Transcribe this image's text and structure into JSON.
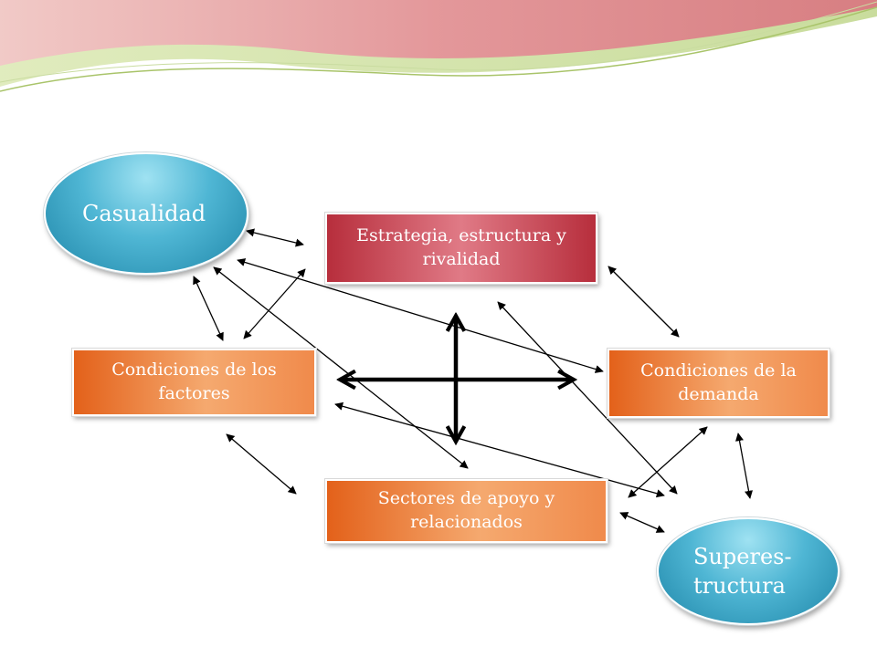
{
  "nodes": {
    "casualidad": "Casualidad",
    "estrategia": "Estrategia, estructura y rivalidad",
    "factores": "Condiciones de los factores",
    "demanda": "Condiciones de la demanda",
    "sectores": "Sectores de apoyo y relacionados",
    "superestructura": "Superes-\ntructura"
  },
  "colors": {
    "red_box": "#b72e3c",
    "orange_box": "#e3611a",
    "oval": "#2f9cc2",
    "arrow": "#000000"
  }
}
